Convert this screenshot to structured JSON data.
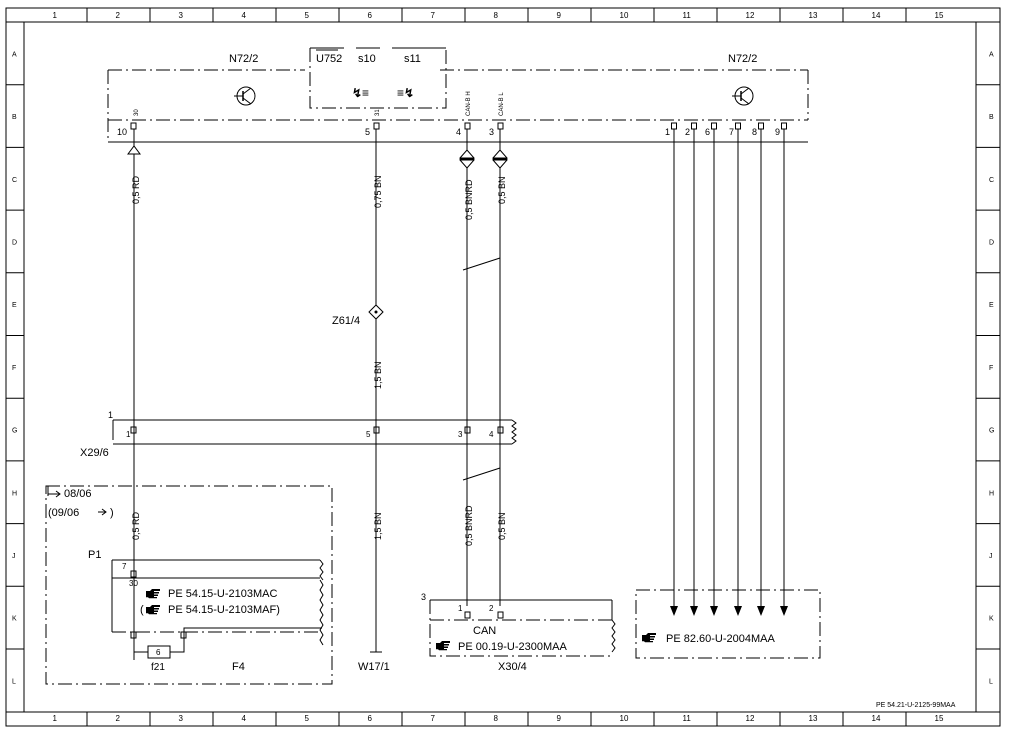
{
  "grid": {
    "columns": [
      "1",
      "2",
      "3",
      "4",
      "5",
      "6",
      "7",
      "8",
      "9",
      "10",
      "11",
      "12",
      "13",
      "14",
      "15"
    ],
    "rows": [
      "A",
      "B",
      "C",
      "D",
      "E",
      "F",
      "G",
      "H",
      "J",
      "K",
      "L"
    ]
  },
  "module_left": {
    "name": "N72/2",
    "pin_30": "30",
    "pin_10": "10"
  },
  "switch_group": {
    "name": "U752",
    "s10": "s10",
    "s11": "s11",
    "sym_s10": "↯≡",
    "sym_s11": "≡↯"
  },
  "module_pins": {
    "p5": "5",
    "p5_label": "31",
    "p4": "4",
    "p4_label": "CAN-B H",
    "p3": "3",
    "p3_label": "CAN-B L"
  },
  "module_right": {
    "name": "N72/2",
    "pins": [
      "1",
      "2",
      "6",
      "7",
      "8",
      "9"
    ]
  },
  "wires": {
    "w1_top": "0,5 RD",
    "w2_top": "0,75 BN",
    "w3_top": "0,5 BNRD",
    "w4_top": "0,5 BN",
    "w2_mid": "1,5 BN",
    "w1_bottom": "0,5 RD",
    "w2_bottom": "1,5 BN",
    "w3_bottom": "0,5 BNRD",
    "w4_bottom": "0,5 BN"
  },
  "splice": {
    "name": "Z61/4"
  },
  "connector_x29": {
    "name": "X29/6",
    "marker": "1",
    "pin1": "1",
    "pin5": "5",
    "pin3": "3",
    "pin4": "4"
  },
  "fuse_box": {
    "range1": "08/06",
    "range2": "(09/06",
    "range2_end": ")",
    "p1": "P1",
    "pin7": "7",
    "pin30": "30",
    "ref1": "PE 54.15-U-2103MAC",
    "ref2": "PE 54.15-U-2103MAF)",
    "ref2_open": "(",
    "fuse_pin": "6",
    "fuse": "f21",
    "name": "F4"
  },
  "ground": {
    "name": "W17/1"
  },
  "can_box": {
    "marker": "3",
    "pin1": "1",
    "pin2": "2",
    "label": "CAN",
    "ref": "PE 00.19-U-2300MAA",
    "name": "X30/4"
  },
  "ref_box": {
    "ref": "PE 82.60-U-2004MAA"
  },
  "footer": {
    "doc_id": "PE 54.21-U-2125-99MAA"
  },
  "icons": {
    "ref_pointer": "pointing-hand-icon",
    "transistor": "transistor-icon"
  },
  "colors": {
    "line": "#000000",
    "background": "#ffffff"
  }
}
